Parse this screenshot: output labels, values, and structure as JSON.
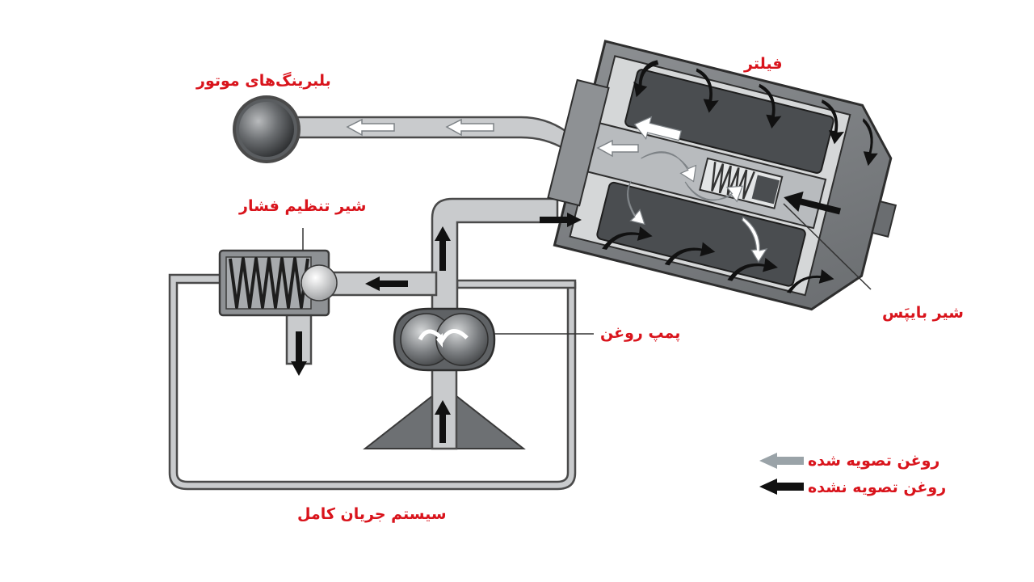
{
  "labels": {
    "bearings": "بلبرینگ‌های موتور",
    "filter": "فیلتر",
    "pressure_valve": "شیر تنظیم فشار",
    "bypass_valve": "شیر بایپَس",
    "oil_pump": "پمپ روغن",
    "full_flow": "سیستم جریان کامل"
  },
  "legend": {
    "filtered": "روغن تصویه شده",
    "unfiltered": "روغن تصویه نشده"
  },
  "colors": {
    "label_red": "#d9141c",
    "pipe_fill": "#c9cbcd",
    "pipe_stroke": "#4a4a4a",
    "filtered_arrow": "#9aa3a8",
    "unfiltered_arrow": "#111111"
  }
}
